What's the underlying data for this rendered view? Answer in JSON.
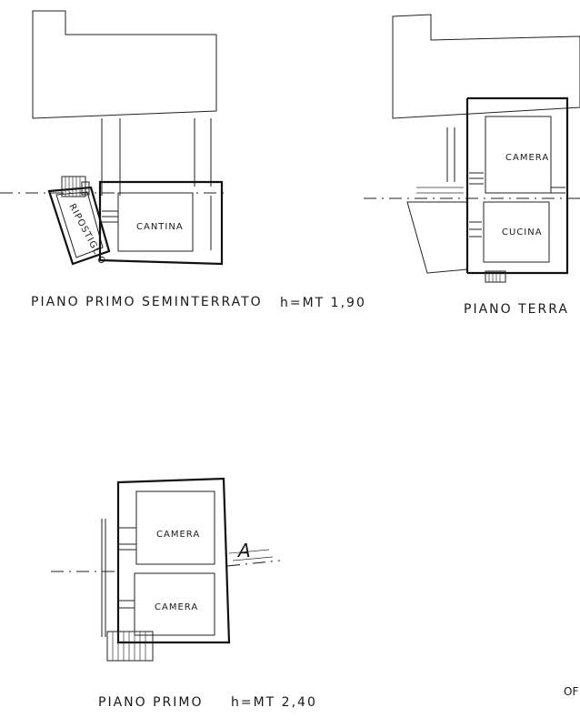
{
  "plans": {
    "seminterrato": {
      "caption_title": "PIANO PRIMO SEMINTERRATO",
      "caption_height": "h=MT 1,90",
      "rooms": {
        "cantina": "CANTINA",
        "ripostiglio": "RIPOSTIGLIO"
      }
    },
    "terra": {
      "caption_title": "PIANO TERRA",
      "rooms": {
        "camera": "CAMERA",
        "cucina": "CUCINA"
      }
    },
    "primo": {
      "caption_title": "PIANO PRIMO",
      "caption_height": "h=MT 2,40",
      "rooms": {
        "camera_top": "CAMERA",
        "camera_bottom": "CAMERA"
      }
    }
  },
  "corner_text": "OF",
  "section_mark": "A"
}
